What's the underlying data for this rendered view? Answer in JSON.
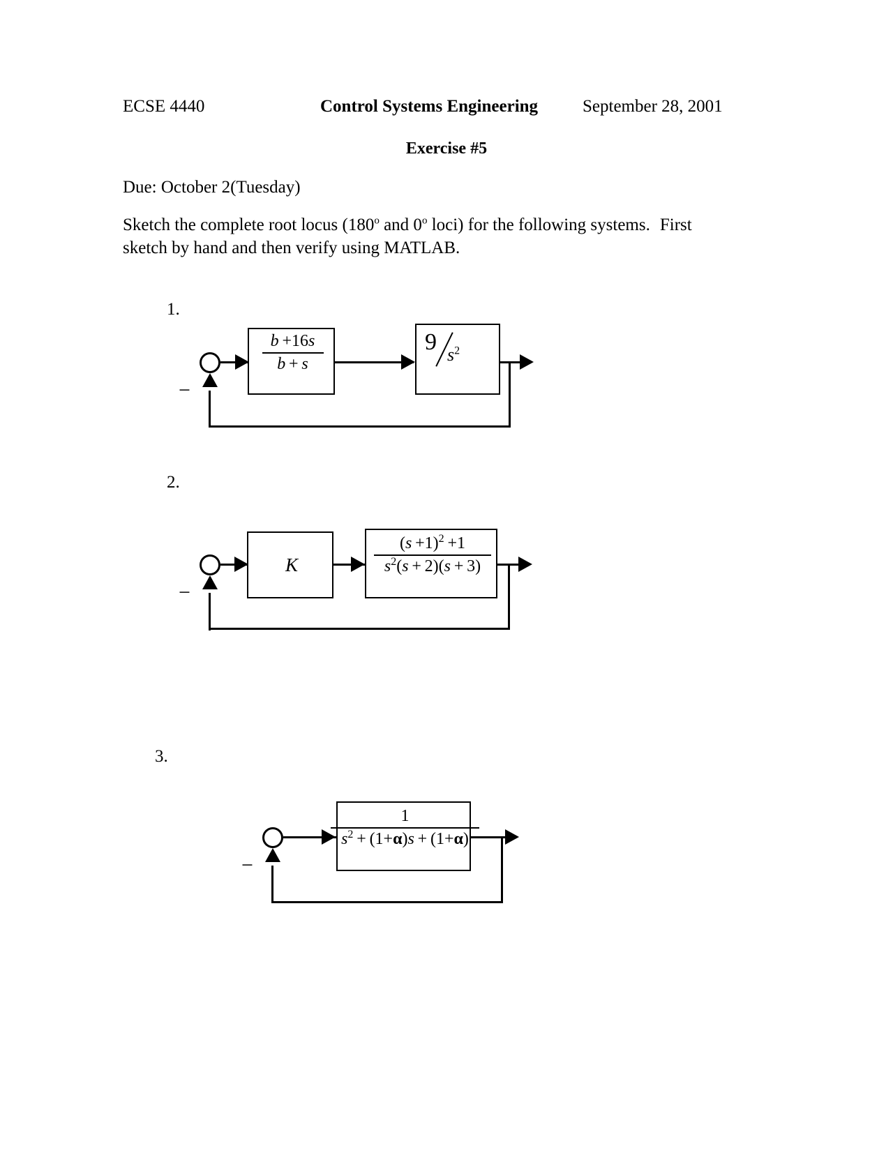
{
  "document": {
    "header": {
      "course_code": "ECSE 4440",
      "course_title": "Control Systems Engineering",
      "date": "September 28, 2001"
    },
    "exercise_title": "Exercise #5",
    "due_line": "Due: October 2(Tuesday)",
    "instructions": {
      "part1": "Sketch the complete root locus (180",
      "sup1": "o",
      "part2": " and 0",
      "sup2": "o",
      "part3": " loci) for the following systems.",
      "part4": "First sketch by hand and then verify using MATLAB."
    }
  },
  "problems": [
    {
      "number": "1.",
      "blocks": [
        {
          "name": "lead-compensator",
          "type": "fraction",
          "numerator": "b +16s",
          "denominator": "b + s"
        },
        {
          "name": "plant",
          "type": "slashed-fraction",
          "numerator": "9",
          "denominator": "s",
          "denominator_exponent": "2"
        }
      ],
      "sum_sign": "−"
    },
    {
      "number": "2.",
      "blocks": [
        {
          "name": "gain",
          "type": "plain",
          "text": "K"
        },
        {
          "name": "plant",
          "type": "fraction",
          "numerator": "(s +1)² +1",
          "denominator": "s²(s + 2)(s + 3)"
        }
      ],
      "sum_sign": "−"
    },
    {
      "number": "3.",
      "blocks": [
        {
          "name": "plant",
          "type": "fraction",
          "numerator": "1",
          "denominator": "s² + (1+α)s + (1+α)"
        }
      ],
      "sum_sign": "−"
    }
  ],
  "math_tokens": {
    "b": "b",
    "s": "s",
    "sixteen": "16",
    "nine": "9",
    "one": "1",
    "two": "2",
    "three": "3",
    "K": "K",
    "alpha": "α",
    "plus": "+",
    "exp2": "2"
  }
}
